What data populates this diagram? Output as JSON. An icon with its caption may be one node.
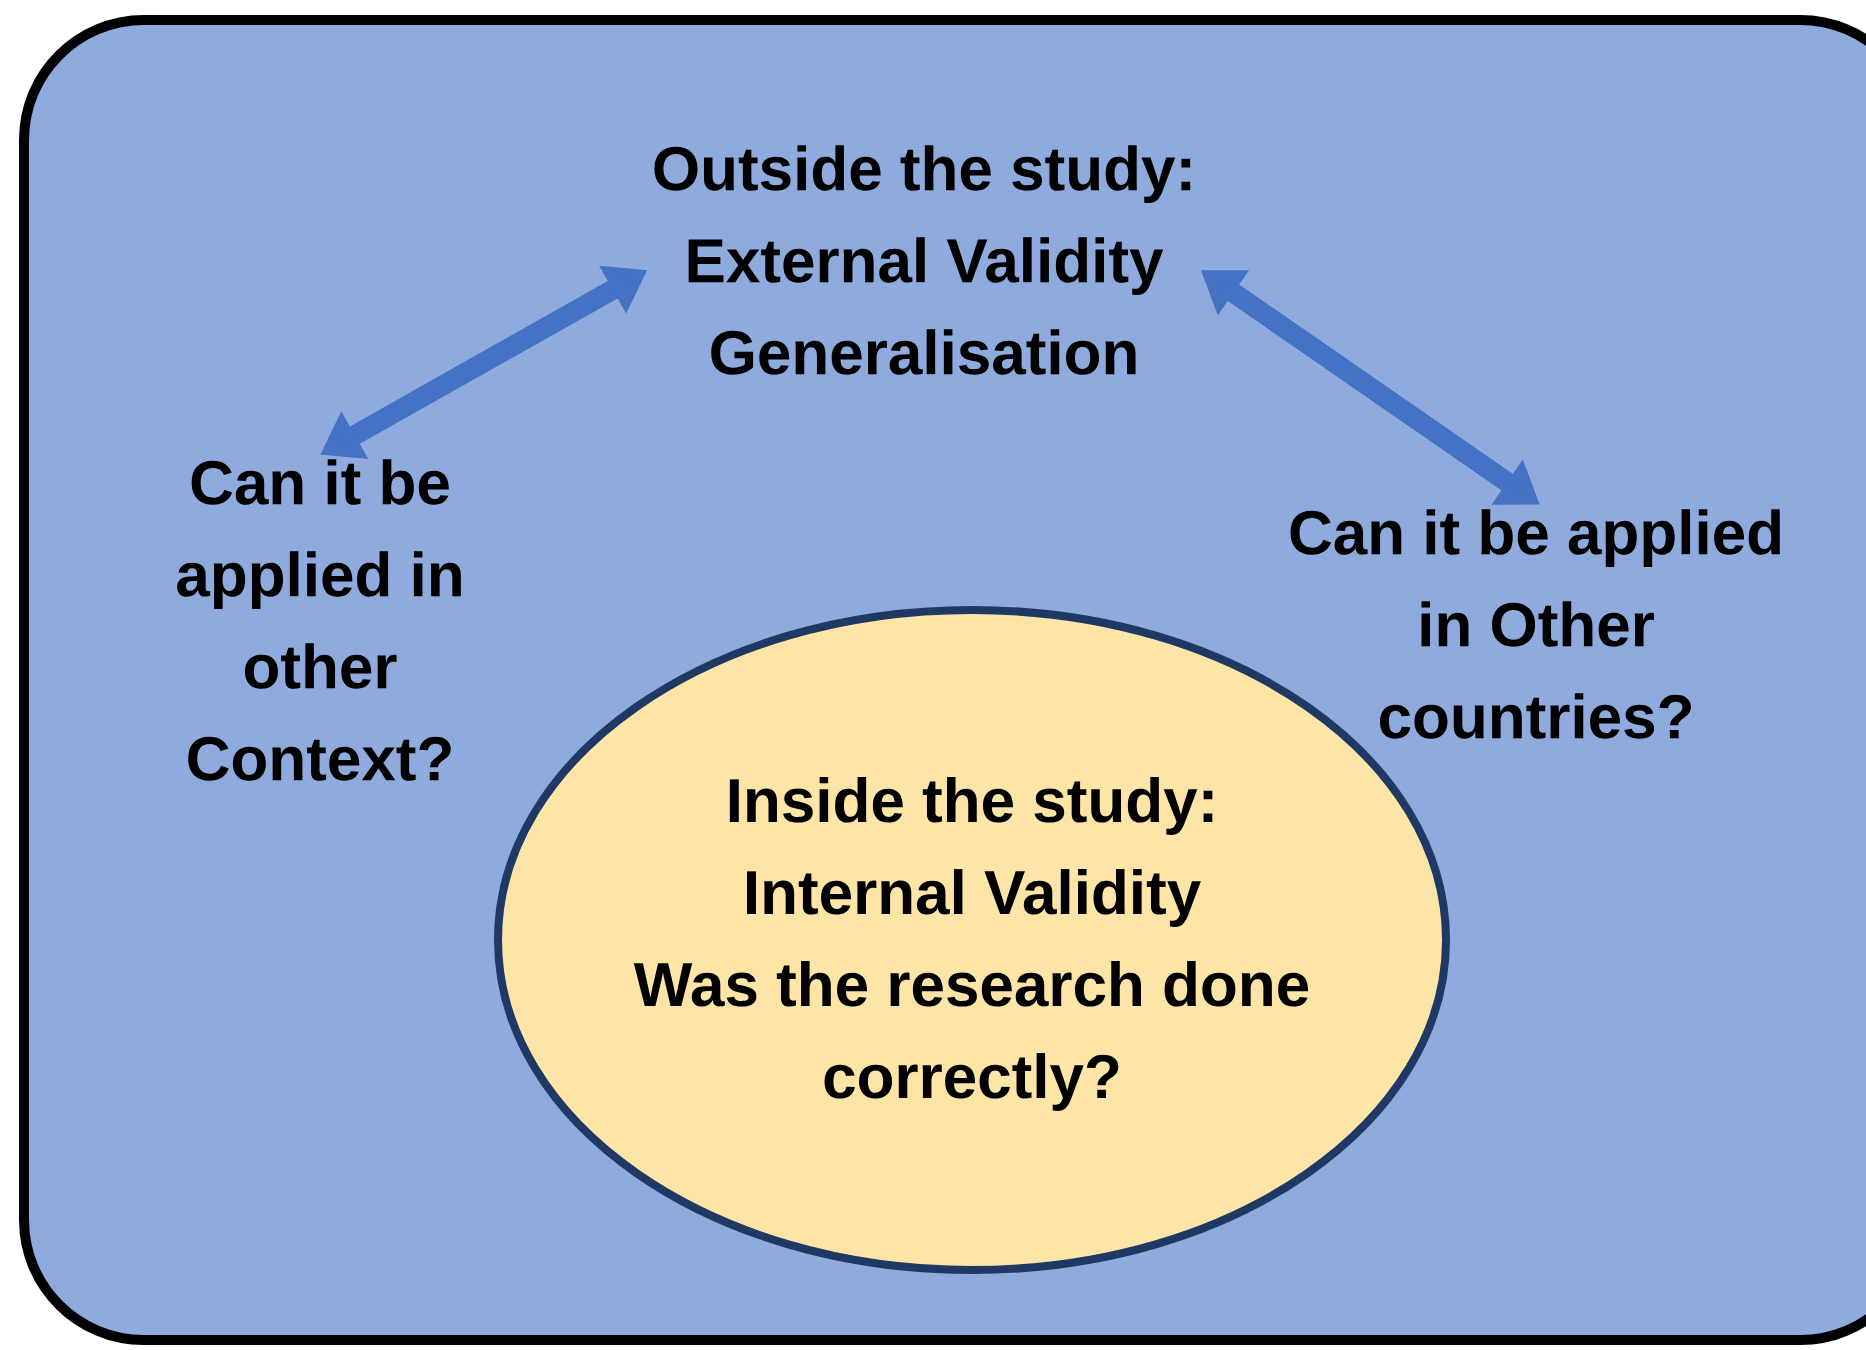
{
  "diagram": {
    "nodes": [
      {
        "text": [
          "Outside the study:",
          "External Validity",
          "Generalisation"
        ]
      },
      {
        "text": [
          "Can it be applied in other Context?"
        ]
      },
      {
        "text": [
          "Can it be applied in Other countries?"
        ]
      },
      {
        "text": [
          "Inside the study:",
          "Internal Validity",
          "Was the research done correctly?"
        ]
      }
    ],
    "edges": [
      {
        "from": 0,
        "to": 1,
        "arrow": "both"
      },
      {
        "from": 0,
        "to": 2,
        "arrow": "both"
      }
    ]
  }
}
